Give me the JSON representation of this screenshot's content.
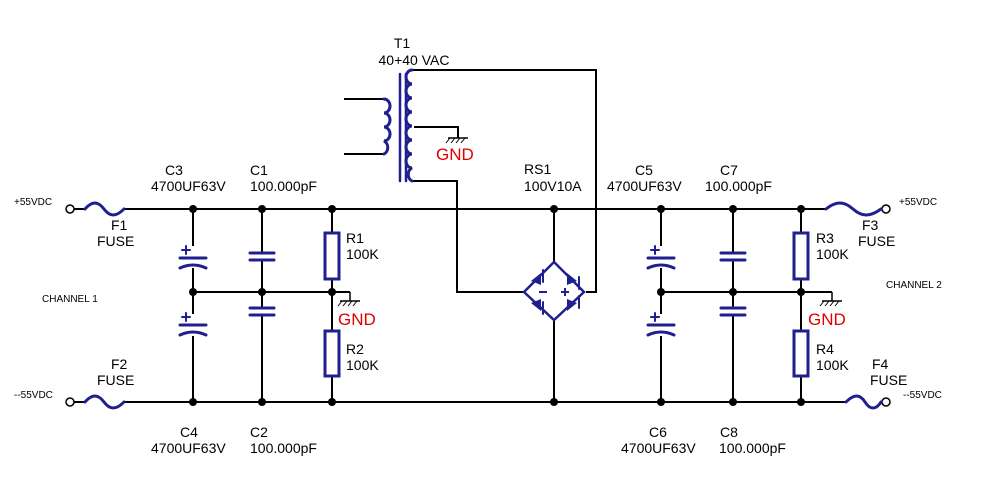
{
  "colors": {
    "wire": "#000000",
    "component": "#1f1f8f",
    "ground_label": "#e00000",
    "background": "#ffffff"
  },
  "transformer": {
    "ref": "T1",
    "value": "40+40 VAC"
  },
  "rectifier": {
    "ref": "RS1",
    "value": "100V10A"
  },
  "gnd_label": "GND",
  "channel1": {
    "label": "CHANNEL 1",
    "pos_supply": "+55VDC",
    "neg_supply": "--55VDC",
    "fuse_top": {
      "ref": "F1",
      "value": "FUSE"
    },
    "fuse_bottom": {
      "ref": "F2",
      "value": "FUSE"
    },
    "cap_electrolytic_top": {
      "ref": "C3",
      "value": "4700UF63V"
    },
    "cap_film_top": {
      "ref": "C1",
      "value": "100.000pF"
    },
    "cap_electrolytic_bottom": {
      "ref": "C4",
      "value": "4700UF63V"
    },
    "cap_film_bottom": {
      "ref": "C2",
      "value": "100.000pF"
    },
    "resistor_top": {
      "ref": "R1",
      "value": "100K"
    },
    "resistor_bottom": {
      "ref": "R2",
      "value": "100K"
    }
  },
  "channel2": {
    "label": "CHANNEL 2",
    "pos_supply": "+55VDC",
    "neg_supply": "--55VDC",
    "fuse_top": {
      "ref": "F3",
      "value": "FUSE"
    },
    "fuse_bottom": {
      "ref": "F4",
      "value": "FUSE"
    },
    "cap_electrolytic_top": {
      "ref": "C5",
      "value": "4700UF63V"
    },
    "cap_film_top": {
      "ref": "C7",
      "value": "100.000pF"
    },
    "cap_electrolytic_bottom": {
      "ref": "C6",
      "value": "4700UF63V"
    },
    "cap_film_bottom": {
      "ref": "C8",
      "value": "100.000pF"
    },
    "resistor_top": {
      "ref": "R3",
      "value": "100K"
    },
    "resistor_bottom": {
      "ref": "R4",
      "value": "100K"
    }
  }
}
